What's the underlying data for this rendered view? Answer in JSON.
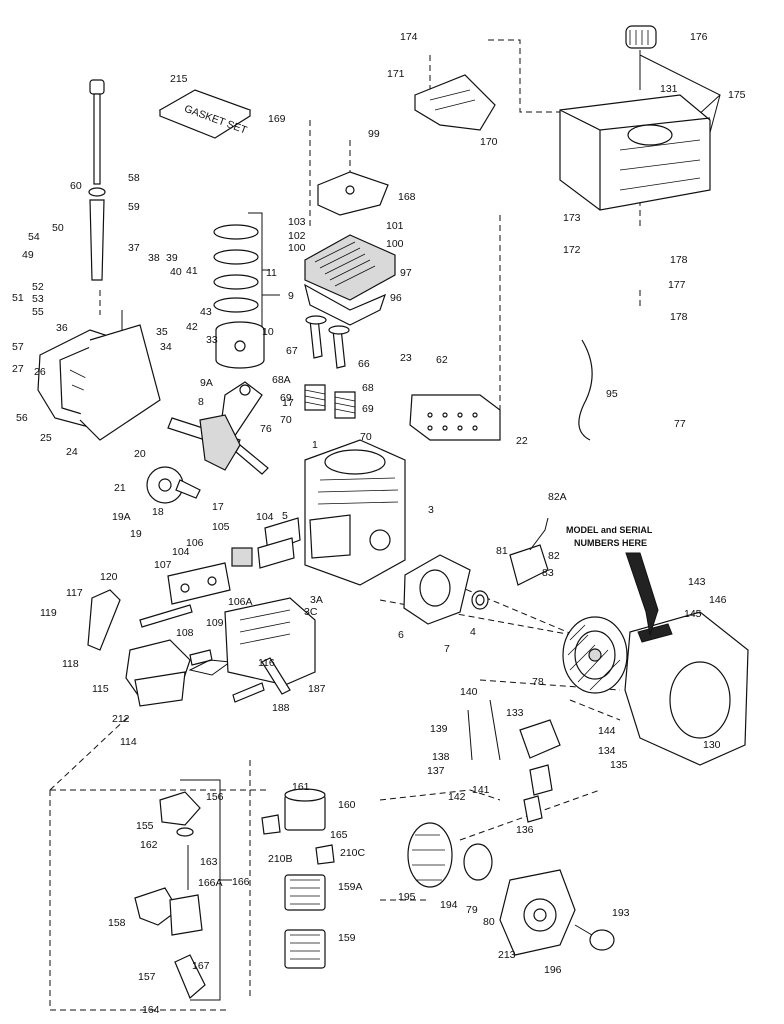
{
  "notice": {
    "line1": "MODEL and SERIAL",
    "line2": "NUMBERS HERE"
  },
  "gasket_label": "GASKET SET",
  "callouts": [
    "174",
    "176",
    "171",
    "131",
    "175",
    "215",
    "169",
    "99",
    "170",
    "58",
    "168",
    "60",
    "59",
    "103",
    "101",
    "102",
    "100",
    "100",
    "173",
    "50",
    "54",
    "37",
    "38",
    "39",
    "97",
    "49",
    "40",
    "41",
    "11",
    "172",
    "178",
    "51",
    "52",
    "53",
    "55",
    "9",
    "96",
    "177",
    "43",
    "42",
    "178",
    "57",
    "36",
    "35",
    "33",
    "10",
    "67",
    "66",
    "62",
    "23",
    "27",
    "26",
    "34",
    "9A",
    "68A",
    "68",
    "95",
    "56",
    "25",
    "8",
    "17",
    "69",
    "69",
    "24",
    "76",
    "70",
    "70",
    "22",
    "77",
    "1",
    "20",
    "21",
    "82A",
    "17",
    "19A",
    "18",
    "105",
    "104",
    "5",
    "3",
    "19",
    "106",
    "81",
    "82",
    "104",
    "107",
    "83",
    "120",
    "143",
    "117",
    "106A",
    "3A",
    "3C",
    "145",
    "146",
    "119",
    "109",
    "108",
    "4",
    "6",
    "7",
    "118",
    "116",
    "78",
    "115",
    "187",
    "140",
    "212",
    "139",
    "188",
    "114",
    "133",
    "144",
    "130",
    "138",
    "134",
    "137",
    "135",
    "142",
    "141",
    "136",
    "161",
    "160",
    "156",
    "155",
    "165",
    "162",
    "210B",
    "210C",
    "163",
    "166A",
    "166",
    "159A",
    "195",
    "194",
    "79",
    "80",
    "193",
    "158",
    "159",
    "167",
    "213",
    "157",
    "196",
    "164"
  ]
}
